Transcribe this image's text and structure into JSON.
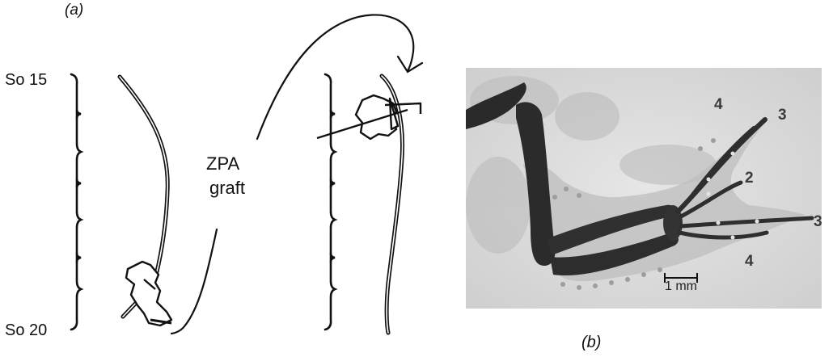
{
  "figure": {
    "panel_a_label": "(a)",
    "panel_b_label": "(b)",
    "somite_top_label": "So 15",
    "somite_bottom_label": "So 20",
    "graft_label_line1": "ZPA",
    "graft_label_line2": "graft"
  },
  "photo": {
    "digit_labels": [
      "4",
      "3",
      "2",
      "3",
      "4"
    ],
    "scale_bar_label": "1 mm"
  }
}
